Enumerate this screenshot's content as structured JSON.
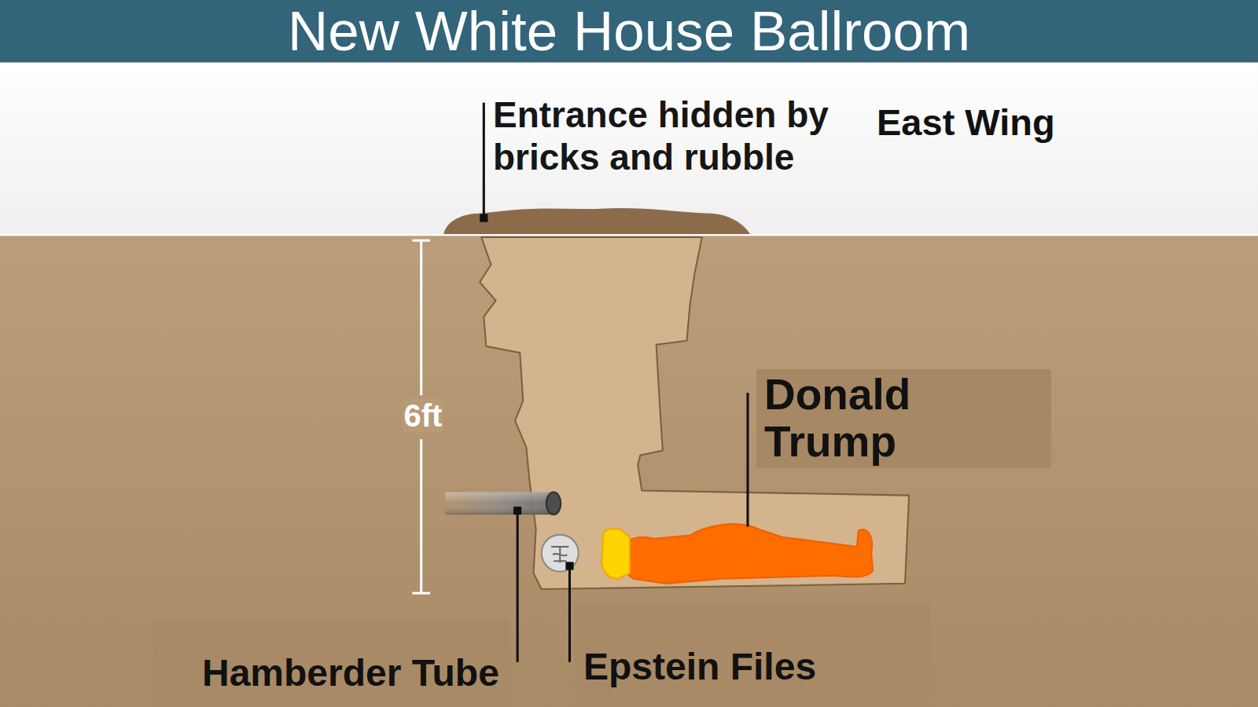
{
  "diagram": {
    "title": "New White House Ballroom",
    "nodes": [
      {
        "text": [
          "Donald Trump"
        ]
      },
      {
        "text": [
          "Hamberder Tube"
        ]
      },
      {
        "text": [
          "Epstein Files"
        ]
      }
    ],
    "labels": [
      "Entrance hidden by bricks and rubble",
      "East Wing",
      "6ft"
    ]
  }
}
